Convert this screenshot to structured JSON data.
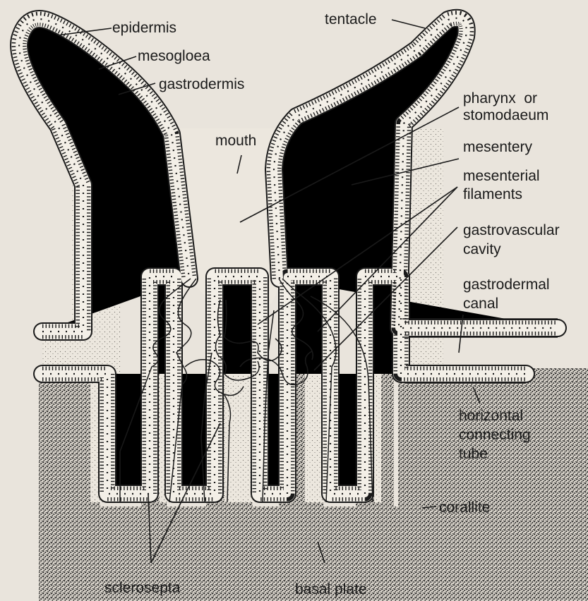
{
  "labels": {
    "epidermis": "epidermis",
    "mesogloea": "mesogloea",
    "gastrodermis": "gastrodermis",
    "mouth": "mouth",
    "tentacle": "tentacle",
    "pharynx_line1": "pharynx  or",
    "pharynx_line2": "stomodaeum",
    "mesentery": "mesentery",
    "mesenterial_line1": "mesenterial",
    "mesenterial_line2": "filaments",
    "gastrovascular_line1": "gastrovascular",
    "gastrovascular_line2": "cavity",
    "gastrodermal_line1": "gastrodermal",
    "gastrodermal_line2": "canal",
    "horizontal_line1": "horizontal",
    "horizontal_line2": "connecting",
    "horizontal_line3": "tube",
    "corallite": "corallite",
    "sclerosepta": "sclerosepta",
    "basal_plate": "basal plate"
  },
  "colors": {
    "background": "#e9e4dc",
    "ink": "#1a1a1a",
    "wall": "#f3efe7",
    "skeleton": "#2b2b2b"
  }
}
